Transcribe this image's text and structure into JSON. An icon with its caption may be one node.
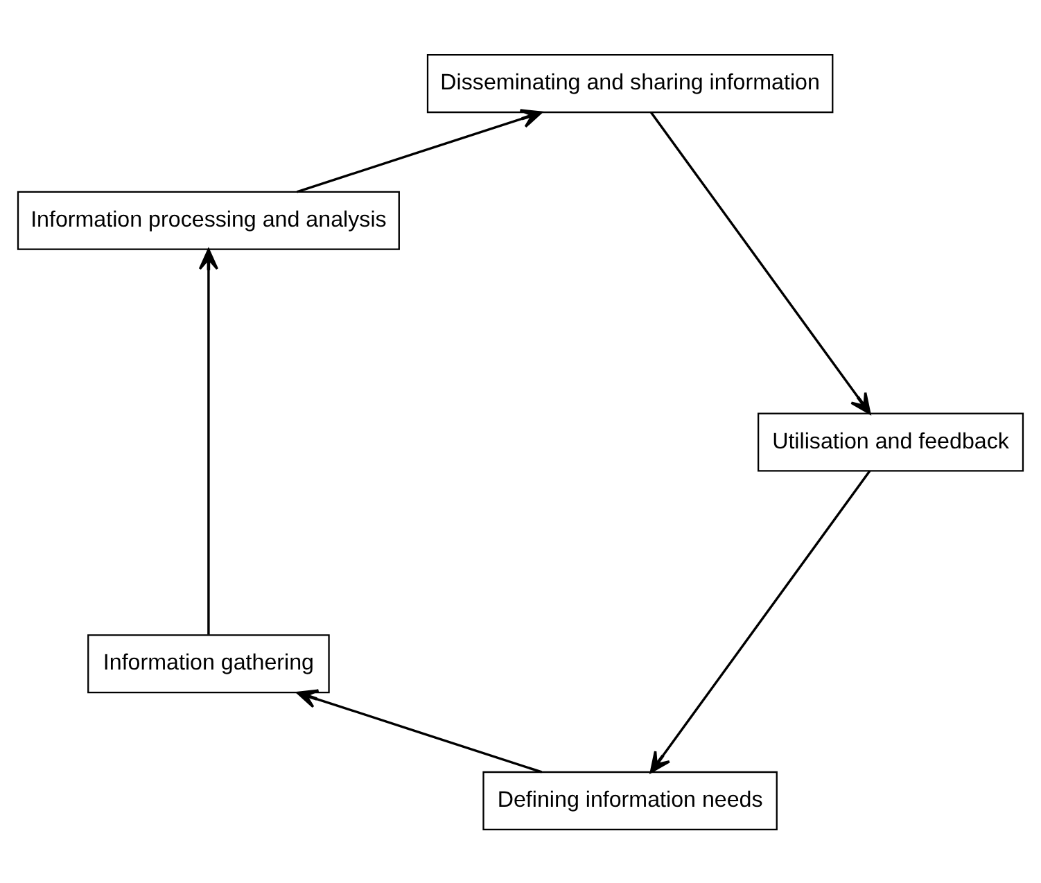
{
  "diagram": {
    "nodes": [
      {
        "text": [
          "Defining information needs"
        ]
      },
      {
        "text": [
          "Information gathering"
        ]
      },
      {
        "text": [
          "Information processing and analysis"
        ]
      },
      {
        "text": [
          "Disseminating and sharing information"
        ]
      },
      {
        "text": [
          "Utilisation and feedback"
        ]
      }
    ],
    "edges": [
      {
        "from": 0,
        "to": 1,
        "arrow": "to"
      },
      {
        "from": 1,
        "to": 2,
        "arrow": "to"
      },
      {
        "from": 2,
        "to": 3,
        "arrow": "to"
      },
      {
        "from": 3,
        "to": 4,
        "arrow": "to"
      },
      {
        "from": 4,
        "to": 0,
        "arrow": "to"
      }
    ]
  }
}
